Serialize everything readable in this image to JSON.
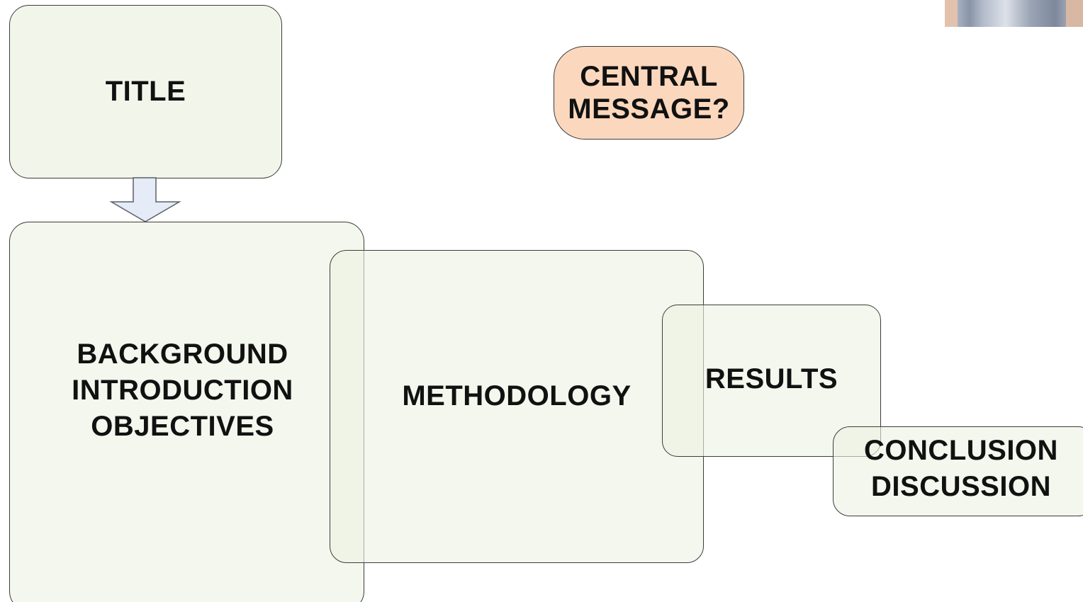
{
  "diagram": {
    "title_box": {
      "lines": [
        "TITLE"
      ]
    },
    "central_box": {
      "lines": [
        "CENTRAL",
        "MESSAGE?"
      ]
    },
    "background_box": {
      "lines": [
        "BACKGROUND",
        "INTRODUCTION",
        "OBJECTIVES"
      ]
    },
    "methodology_box": {
      "lines": [
        "METHODOLOGY"
      ]
    },
    "results_box": {
      "lines": [
        "RESULTS"
      ]
    },
    "conclusion_box": {
      "lines": [
        "CONCLUSION",
        "DISCUSSION"
      ]
    },
    "colors": {
      "box_fill": "#edf2e2",
      "box_border": "#3c3c3c",
      "central_fill": "#fbd8bd",
      "arrow_fill": "#e6ecf7",
      "arrow_stroke": "#5a5f6a",
      "text": "#111111"
    },
    "icons": {
      "connector": "down-arrow-icon",
      "thumbnail": "presenter-photo"
    }
  }
}
